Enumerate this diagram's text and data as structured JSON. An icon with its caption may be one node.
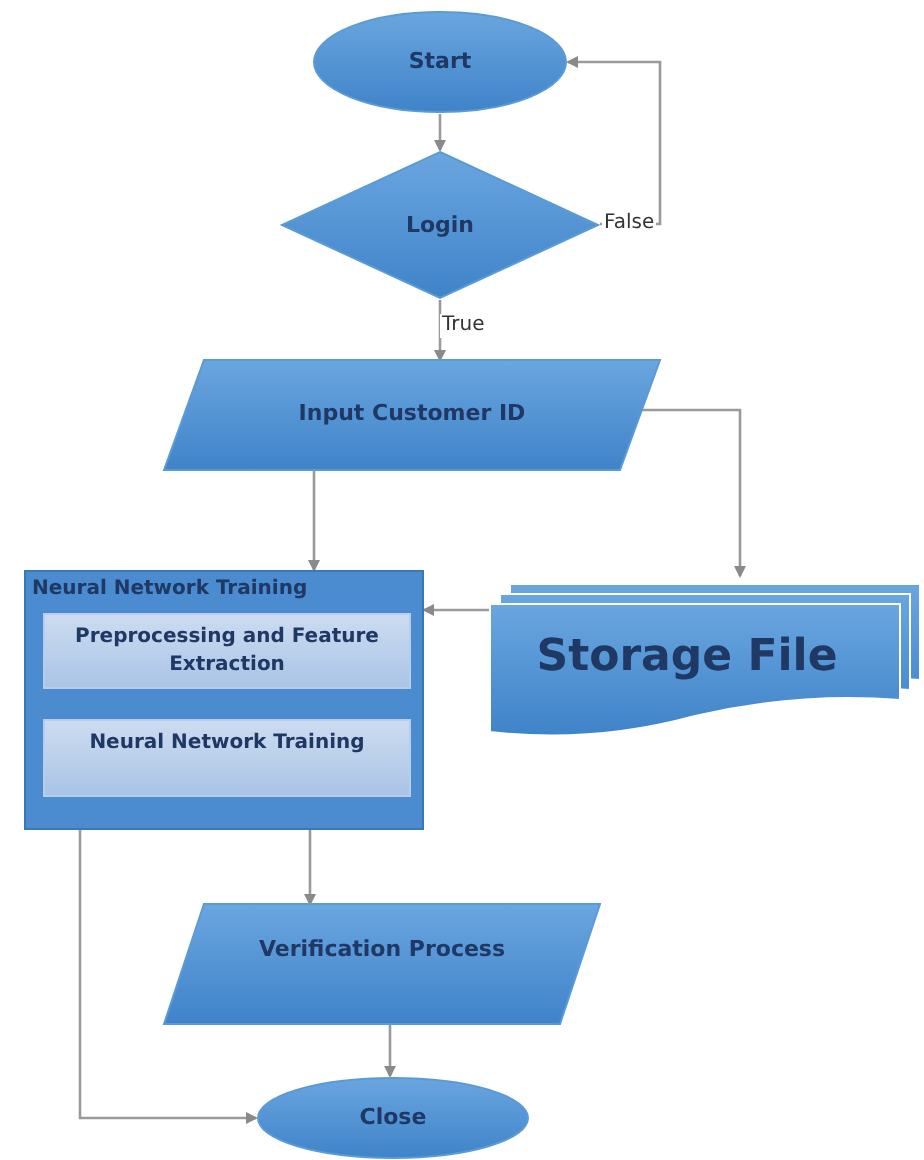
{
  "diagram": {
    "nodes": [
      {
        "text": [
          "Start"
        ]
      },
      {
        "text": [
          "Login"
        ]
      },
      {
        "text": [
          "Input Customer ID"
        ]
      },
      {
        "text": [
          "Neural Network Training"
        ]
      },
      {
        "text": [
          "Preprocessing and Feature Extraction"
        ],
        "in": 3
      },
      {
        "text": [
          "Neural Network Training"
        ],
        "in": 3
      },
      {
        "text": [
          "Storage File"
        ]
      },
      {
        "text": [
          "Verification Process"
        ]
      },
      {
        "text": [
          "Close"
        ]
      }
    ],
    "edges": [
      {
        "from": 0,
        "to": 1,
        "arrow": "to"
      },
      {
        "from": 1,
        "to": 2,
        "arrow": "to",
        "label": "True"
      },
      {
        "from": 1,
        "to": 0,
        "arrow": "to",
        "label": "False"
      },
      {
        "from": 2,
        "to": 3,
        "arrow": "to"
      },
      {
        "from": 2,
        "to": 6,
        "arrow": "to"
      },
      {
        "from": 6,
        "to": 3,
        "arrow": "to"
      },
      {
        "from": 3,
        "to": 7,
        "arrow": "to"
      },
      {
        "from": 7,
        "to": 8,
        "arrow": "to"
      },
      {
        "from": 3,
        "to": 8,
        "arrow": "to"
      }
    ]
  }
}
